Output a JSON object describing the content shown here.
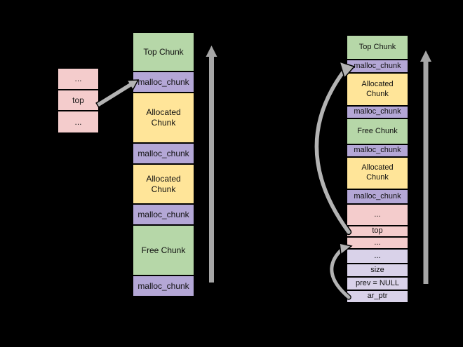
{
  "colors": {
    "green": "#b6d7a8",
    "purple": "#b4a7d6",
    "yellow": "#ffe599",
    "pink": "#f4cccc",
    "lavender": "#d9d2e9",
    "arrow_gray": "#b3b3b3",
    "shaft_gray": "#a6a6a6",
    "border": "#000000",
    "text": "#111111",
    "background": "#000000"
  },
  "left_stack": {
    "rows": [
      {
        "label": "...",
        "name": "dots",
        "color": "pink",
        "h": 31
      },
      {
        "label": "top",
        "name": "top-field",
        "color": "pink",
        "h": 30
      },
      {
        "label": "...",
        "name": "dots",
        "color": "pink",
        "h": 32
      }
    ]
  },
  "middle_column": {
    "rows": [
      {
        "label": "Top Chunk",
        "name": "top-chunk",
        "color": "green",
        "h": 56
      },
      {
        "label": "malloc_chunk",
        "name": "malloc-chunk",
        "color": "purple",
        "h": 30
      },
      {
        "label": "Allocated Chunk",
        "name": "allocated-chunk",
        "color": "yellow",
        "h": 72
      },
      {
        "label": "malloc_chunk",
        "name": "malloc-chunk",
        "color": "purple",
        "h": 30
      },
      {
        "label": "Allocated Chunk",
        "name": "allocated-chunk",
        "color": "yellow",
        "h": 57
      },
      {
        "label": "malloc_chunk",
        "name": "malloc-chunk",
        "color": "purple",
        "h": 30
      },
      {
        "label": "Free Chunk",
        "name": "free-chunk",
        "color": "green",
        "h": 72
      },
      {
        "label": "malloc_chunk",
        "name": "malloc-chunk",
        "color": "purple",
        "h": 30
      }
    ]
  },
  "right_column": {
    "rows": [
      {
        "label": "Top Chunk",
        "name": "top-chunk",
        "color": "green",
        "h": 35
      },
      {
        "label": "malloc_chunk",
        "name": "malloc-chunk",
        "color": "purple",
        "h": 19
      },
      {
        "label": "Allocated Chunk",
        "name": "allocated-chunk",
        "color": "yellow",
        "h": 47
      },
      {
        "label": "malloc_chunk",
        "name": "malloc-chunk",
        "color": "purple",
        "h": 18
      },
      {
        "label": "Free Chunk",
        "name": "free-chunk",
        "color": "green",
        "h": 37
      },
      {
        "label": "malloc_chunk",
        "name": "malloc-chunk",
        "color": "purple",
        "h": 18
      },
      {
        "label": "Allocated Chunk",
        "name": "allocated-chunk",
        "color": "yellow",
        "h": 46
      },
      {
        "label": "malloc_chunk",
        "name": "malloc-chunk",
        "color": "purple",
        "h": 21
      },
      {
        "label": "...",
        "name": "dots",
        "color": "pink",
        "h": 31
      },
      {
        "label": "top",
        "name": "top-field",
        "color": "pink",
        "h": 16
      },
      {
        "label": "...",
        "name": "dots",
        "color": "pink",
        "h": 17
      },
      {
        "label": "...",
        "name": "dots",
        "color": "lavender",
        "h": 21
      },
      {
        "label": "size",
        "name": "size-field",
        "color": "lavender",
        "h": 19
      },
      {
        "label": "prev = NULL",
        "name": "prev-field",
        "color": "lavender",
        "h": 19
      },
      {
        "label": "ar_ptr",
        "name": "ar-ptr-field",
        "color": "lavender",
        "h": 18
      }
    ]
  },
  "arrows": [
    {
      "name": "top-pointer-straight-arrow"
    },
    {
      "name": "heap-direction-arrow-left"
    },
    {
      "name": "heap-direction-arrow-right"
    },
    {
      "name": "top-field-curved-arrow"
    },
    {
      "name": "ar-ptr-curved-arrow"
    }
  ]
}
